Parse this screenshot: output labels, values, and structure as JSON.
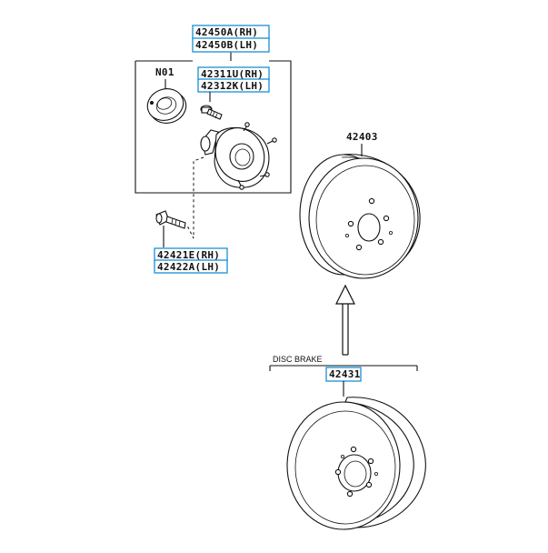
{
  "diagram": {
    "hub_assembly": {
      "line1": "42450A(RH)",
      "line2": "42450B(LH)"
    },
    "bearing_ring": {
      "label": "N01"
    },
    "hub_bolt": {
      "line1": "42311U(RH)",
      "line2": "42312K(LH)"
    },
    "mount_bolt": {
      "line1": "42421E(RH)",
      "line2": "42422A(LH)"
    },
    "drum": {
      "label": "42403"
    },
    "disc_section": {
      "heading": "DISC BRAKE",
      "label": "42431"
    }
  }
}
